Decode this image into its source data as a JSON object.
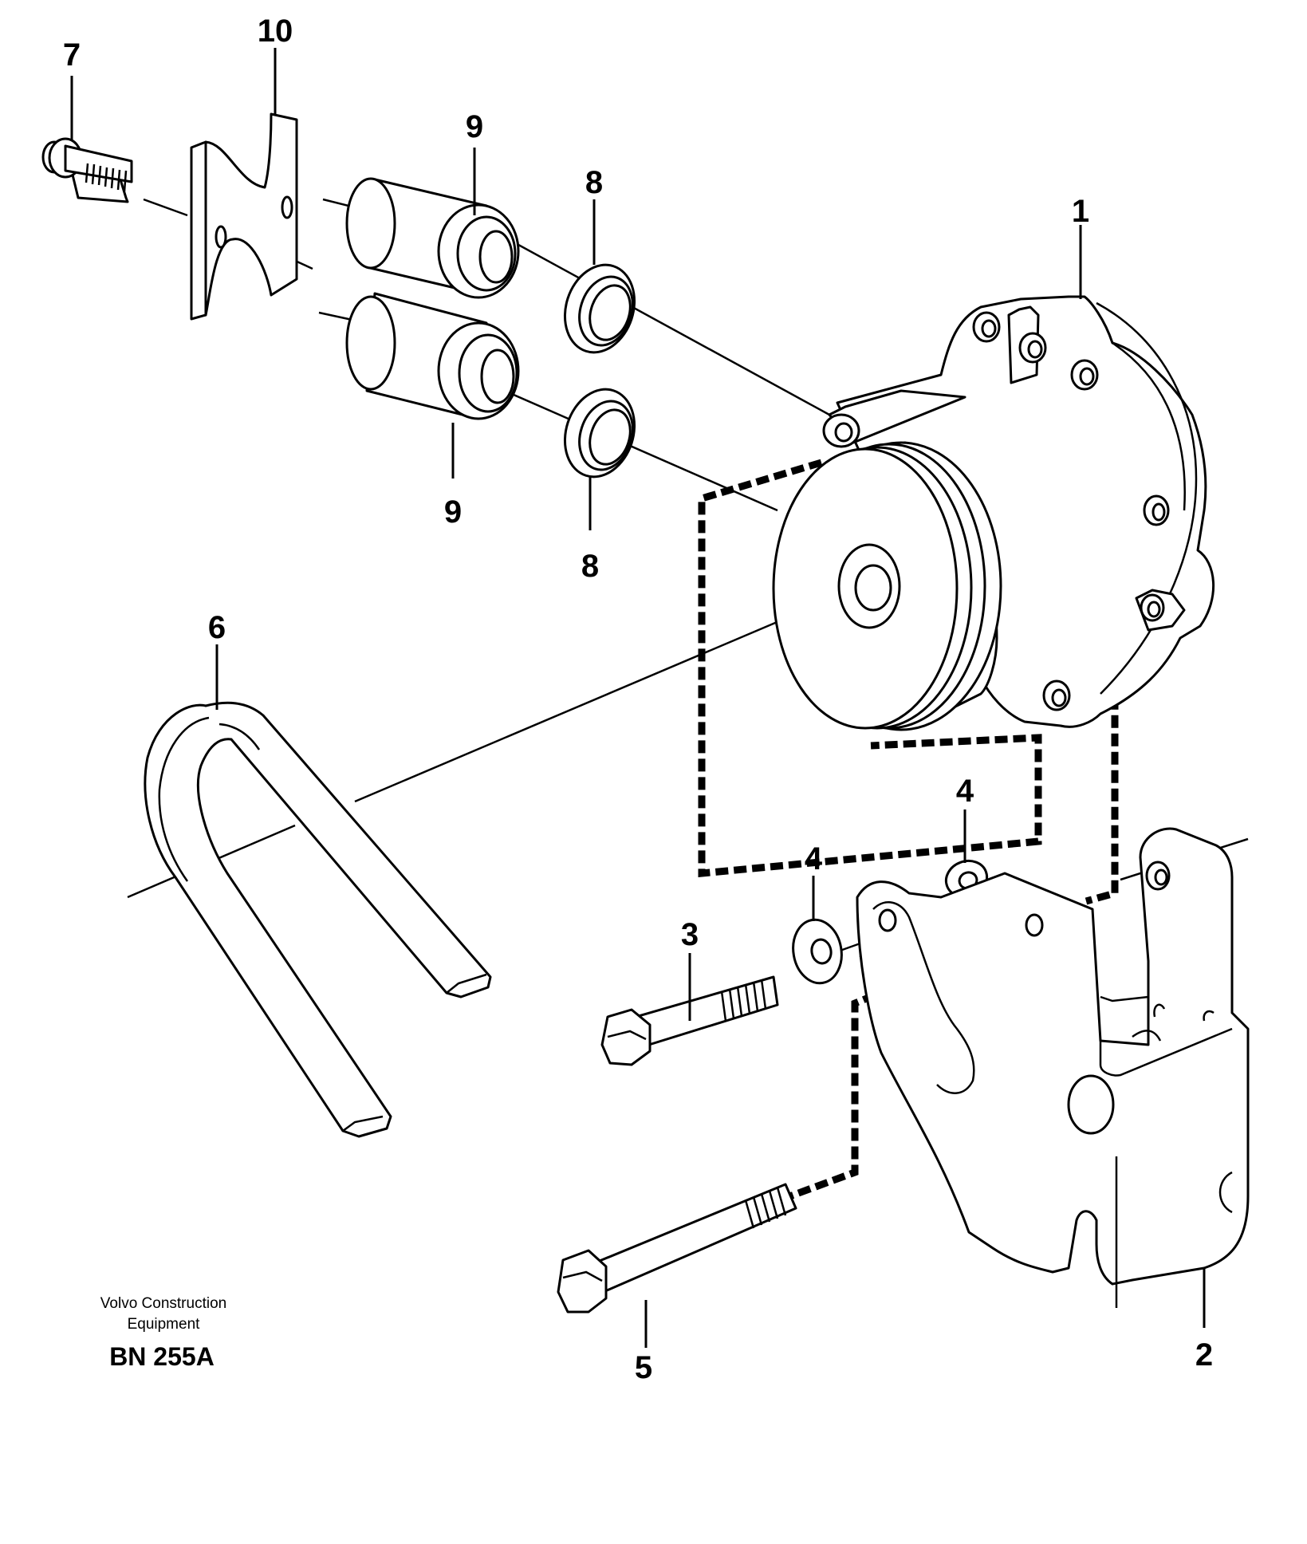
{
  "callouts": {
    "c1": "1",
    "c2": "2",
    "c3": "3",
    "c4a": "4",
    "c4b": "4",
    "c5": "5",
    "c6": "6",
    "c7": "7",
    "c8a": "8",
    "c8b": "8",
    "c9a": "9",
    "c9b": "9",
    "c10": "10"
  },
  "caption": {
    "line1": "Volvo Construction",
    "line2": "Equipment",
    "code": "BN 255A"
  },
  "colors": {
    "ink": "#000000",
    "paper": "#ffffff"
  }
}
